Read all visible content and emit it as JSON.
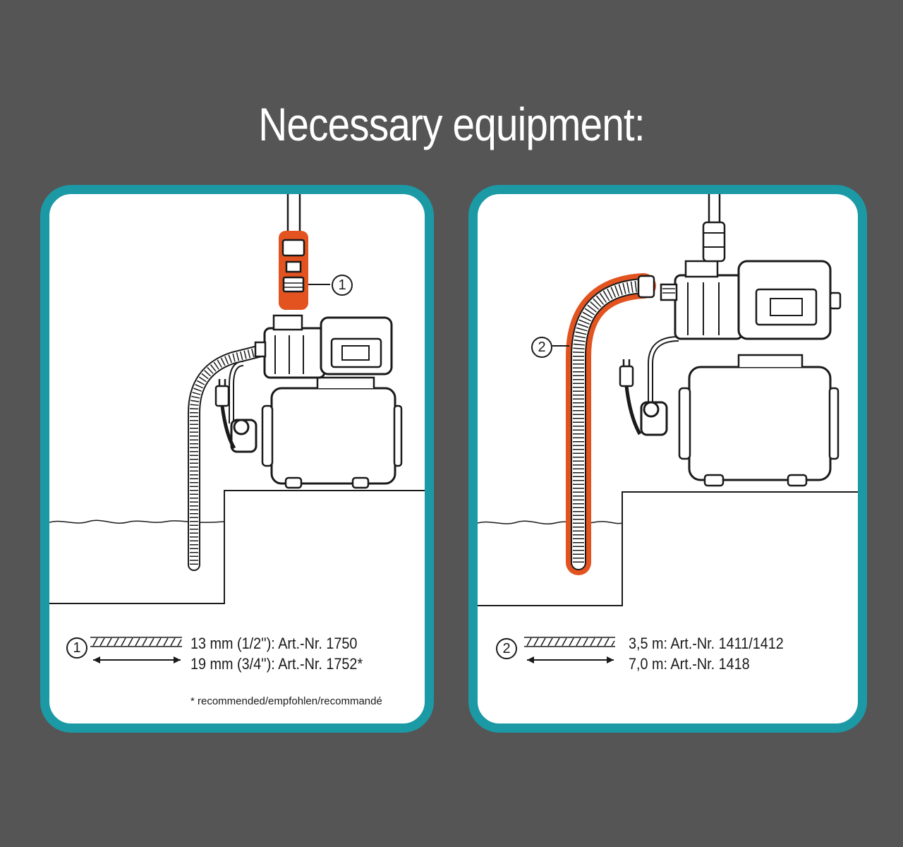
{
  "title": "Necessary equipment:",
  "colors": {
    "background": "#555556",
    "panel_border": "#1b9aa6",
    "highlight": "#e2531f"
  },
  "panel1": {
    "callout": "1",
    "legend_marker": "1",
    "lines": [
      "13 mm (1/2''): Art.-Nr. 1750",
      "19 mm (3/4''): Art.-Nr. 1752*"
    ],
    "note": "* recommended/empfohlen/recommandé"
  },
  "panel2": {
    "callout": "2",
    "legend_marker": "2",
    "lines": [
      "3,5 m: Art.-Nr. 1411/1412",
      "7,0 m: Art.-Nr. 1418"
    ]
  }
}
